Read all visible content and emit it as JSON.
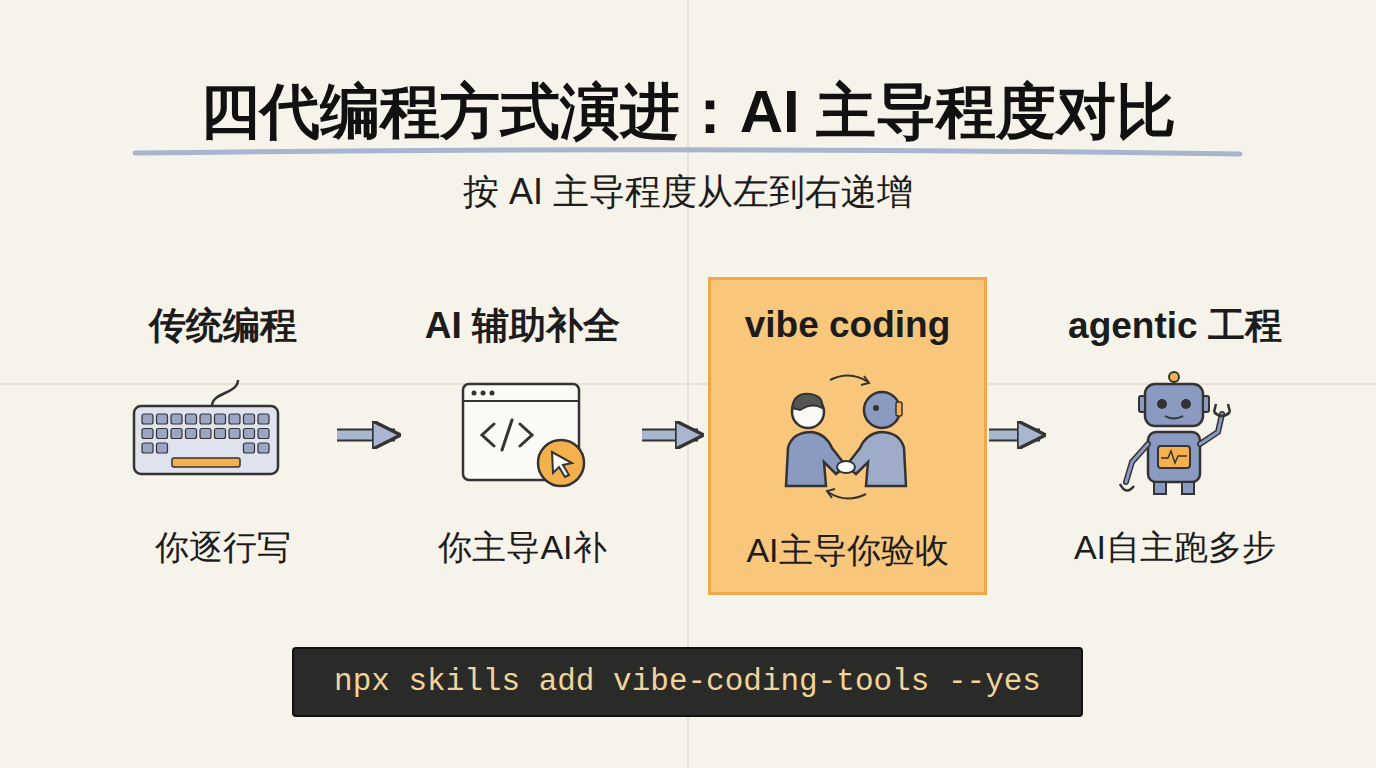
{
  "diagram": {
    "title": "四代编程方式演进：AI 主导程度对比",
    "nodes": [
      {
        "text": [
          "传统编程",
          "你逐行写"
        ]
      },
      {
        "text": [
          "AI 辅助补全",
          "你主导AI补"
        ]
      },
      {
        "text": [
          "vibe coding",
          "AI主导你验收"
        ]
      },
      {
        "text": [
          "agentic 工程",
          "AI自主跑多步"
        ]
      }
    ],
    "edges": [
      {
        "from": 0,
        "to": 1,
        "arrow": "to"
      },
      {
        "from": 1,
        "to": 2,
        "arrow": "to"
      },
      {
        "from": 2,
        "to": 3,
        "arrow": "to"
      }
    ],
    "labels": [
      "按 AI 主导程度从左到右递增",
      "npx skills add vibe-coding-tools --yes"
    ]
  }
}
